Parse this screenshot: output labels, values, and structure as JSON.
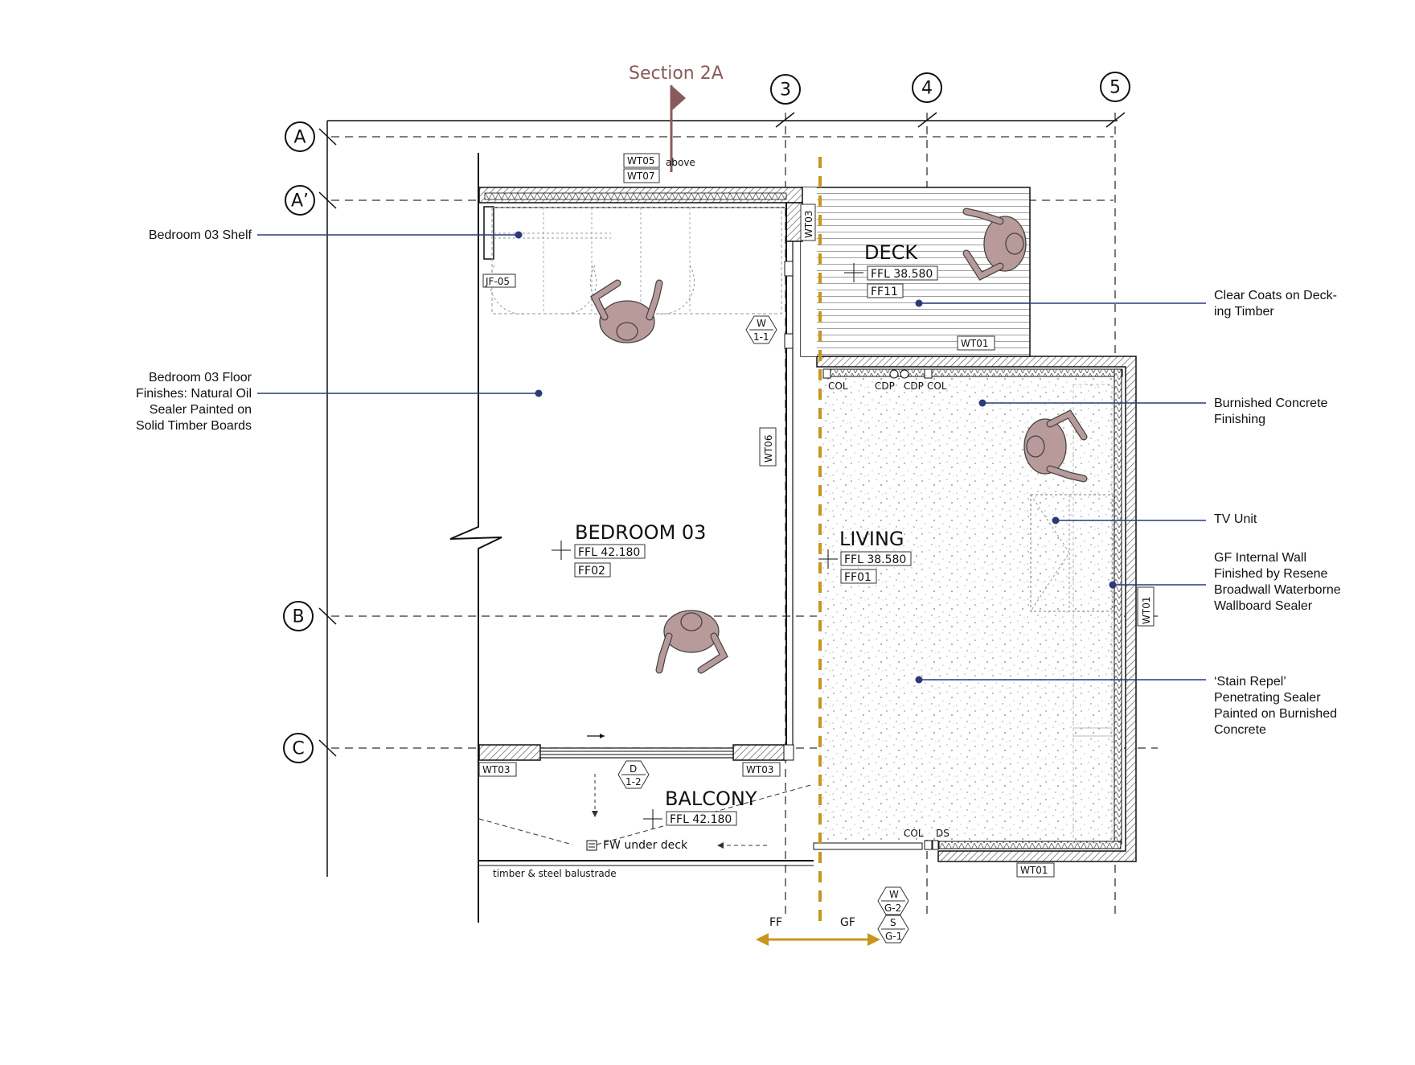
{
  "section": {
    "title": "Section 2A",
    "above_label": "above",
    "tags": [
      "WT05",
      "WT07"
    ]
  },
  "grid": {
    "columns": [
      "3",
      "4",
      "5"
    ],
    "rows": [
      "A",
      "A’",
      "B",
      "C"
    ]
  },
  "rooms": {
    "bedroom": {
      "name": "BEDROOM 03",
      "ffl": "FFL 42.180",
      "finish": "FF02"
    },
    "deck": {
      "name": "DECK",
      "ffl": "FFL 38.580",
      "finish": "FF11"
    },
    "living": {
      "name": "LIVING",
      "ffl": "FFL 38.580",
      "finish": "FF01"
    },
    "balcony": {
      "name": "BALCONY",
      "ffl": "FFL 42.180"
    }
  },
  "tags": {
    "jf05": "JF-05",
    "wt03_top": "WT03",
    "wt06": "WT06",
    "wt01_deck": "WT01",
    "wt01_right": "WT01",
    "wt01_bottom": "WT01",
    "wt03_left": "WT03",
    "wt03_right": "WT03",
    "col1": "COL",
    "cdp1": "CDP",
    "cdp2": "CDP",
    "col2": "COL",
    "col3": "COL",
    "ds": "DS",
    "fw_under_deck": "FW under deck",
    "balustrade": "timber & steel balustrade",
    "ff": "FF",
    "gf": "GF"
  },
  "hex_tags": {
    "w11": {
      "top": "W",
      "bottom": "1-1"
    },
    "d12": {
      "top": "D",
      "bottom": "1-2"
    },
    "wg2": {
      "top": "W",
      "bottom": "G-2"
    },
    "sg1": {
      "top": "S",
      "bottom": "G-1"
    }
  },
  "callouts": {
    "bedroom_shelf": [
      "Bedroom 03 Shelf"
    ],
    "bedroom_floor": [
      "Bedroom 03 Floor",
      "Finishes: Natural Oil",
      "Sealer Painted on",
      "Solid Timber Boards"
    ],
    "deck_coats": [
      "Clear Coats on Deck-",
      "ing Timber"
    ],
    "burnished": [
      "Burnished Concrete",
      "Finishing"
    ],
    "tv_unit": [
      "TV Unit"
    ],
    "gf_wall": [
      "GF Internal Wall",
      "Finished by Resene",
      "Broadwall Waterborne",
      "Wallboard Sealer"
    ],
    "stain_repel": [
      "‘Stain Repel’",
      "Penetrating Sealer",
      "Painted on Burnished",
      "Concrete"
    ]
  },
  "colors": {
    "leader": "#2b3a78",
    "figure": "#b89a9a",
    "level_line": "#c8961e",
    "section_mark": "#8a5a5a"
  }
}
